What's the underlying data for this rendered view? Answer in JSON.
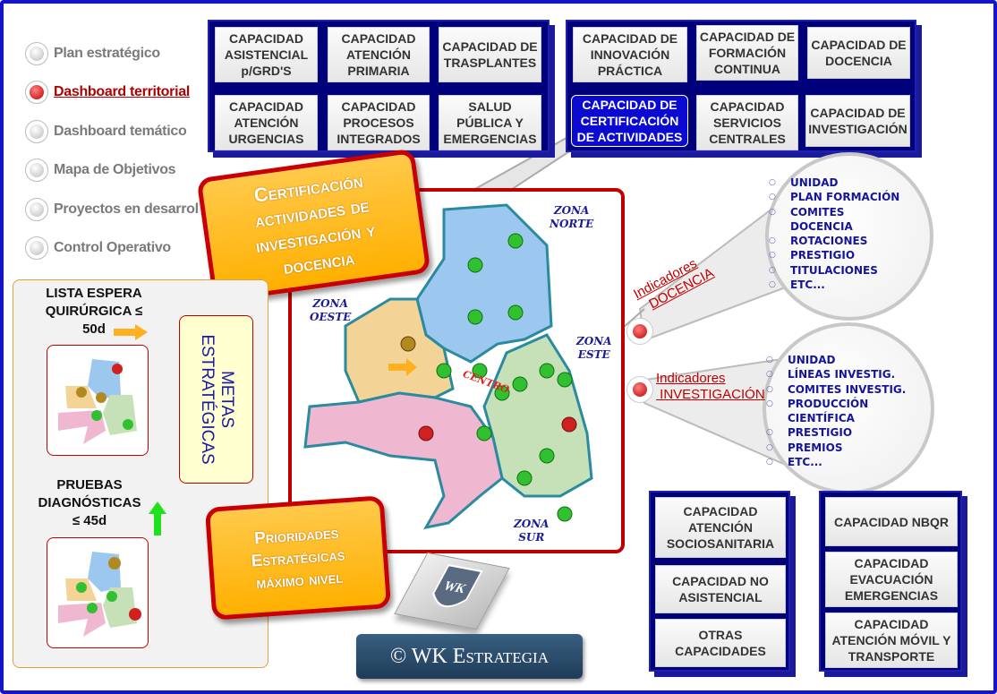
{
  "nav": {
    "items": [
      {
        "label": "Plan estratégico",
        "active": false
      },
      {
        "label": "Dashboard territorial",
        "active": true
      },
      {
        "label": "Dashboard temático",
        "active": false
      },
      {
        "label": "Mapa de Objetivos",
        "active": false
      },
      {
        "label": "Proyectos en desarrollo",
        "active": false
      },
      {
        "label": "Control Operativo",
        "active": false
      }
    ]
  },
  "capacities_left": [
    "CAPACIDAD\nASISTENCIAL\np/GRD'S",
    "CAPACIDAD\nATENCIÓN\nPRIMARIA",
    "CAPACIDAD DE\nTRASPLANTES",
    "CAPACIDAD\nATENCIÓN\nURGENCIAS",
    "CAPACIDAD\nPROCESOS\nINTEGRADOS",
    "SALUD\nPÚBLICA Y\nEMERGENCIAS"
  ],
  "capacities_right": [
    "CAPACIDAD DE\nINNOVACIÓN\nPRÁCTICA",
    "CAPACIDAD DE\nFORMACIÓN\nCONTINUA",
    "CAPACIDAD DE\nDOCENCIA",
    "CAPACIDAD DE\nCERTIFICACIÓN\nDE ACTIVIDADES",
    "CAPACIDAD\nSERVICIOS\nCENTRALES",
    "CAPACIDAD DE\nINVESTIGACIÓN"
  ],
  "selected_capacity": "CAPACIDAD DE\nCERTIFICACIÓN\nDE ACTIVIDADES",
  "callout_certification": "Certificación\nactividades de\ninvestigación y\ndocencia",
  "callout_priorities": "Prioridades\nEstratégicas\nmáximo nivel",
  "map": {
    "zones": {
      "north": "ZONA\nNORTE",
      "west": "ZONA\nOESTE",
      "east": "ZONA\nESTE",
      "south": "ZONA\nSUR",
      "center": "CENTRO"
    },
    "colors": {
      "north": "#9cc8f0",
      "west": "#f4d496",
      "east": "#c6e0b8",
      "south": "#f0b8d0",
      "center": "#ffffff"
    }
  },
  "left_panel": {
    "goal1": "LISTA ESPERA\nQUIRÚRGICA ≤\n50d",
    "goal2": "PRUEBAS\nDIAGNÓSTICAS\n≤ 45d",
    "metas": "METAS\nESTRATÉGICAS"
  },
  "docencia": {
    "label1": "Indicadores",
    "label2": "DOCENCIA",
    "items": [
      "UNIDAD",
      "PLAN FORMACIÓN",
      "COMITES\nDOCENCIA",
      "ROTACIONES",
      "PRESTIGIO",
      "TITULACIONES",
      "ETC..."
    ]
  },
  "investigacion": {
    "label1": "Indicadores",
    "label2": " INVESTIGACIÓN",
    "items": [
      "UNIDAD",
      "LÍNEAS INVESTIG.",
      "COMITES INVESTIG.",
      "PRODUCCIÓN\nCIENTÍFICA",
      "PRESTIGIO",
      "PREMIOS",
      "ETC..."
    ]
  },
  "capacities_bottom_left": [
    "CAPACIDAD\nATENCIÓN\nSOCIOSANITARIA",
    "CAPACIDAD NO\nASISTENCIAL",
    "OTRAS\nCAPACIDADES"
  ],
  "capacities_bottom_right": [
    "CAPACIDAD NBQR",
    "CAPACIDAD\nEVACUACIÓN\nEMERGENCIAS",
    "CAPACIDAD\nATENCIÓN MÓVIL Y\nTRANSPORTE"
  ],
  "logo_text": "WK Estrategia",
  "copyright": "© WK Estrategia",
  "colors": {
    "frame": "#1414c8",
    "navy": "#00007a",
    "accent_red": "#c00000",
    "orange": "#ffc000"
  }
}
